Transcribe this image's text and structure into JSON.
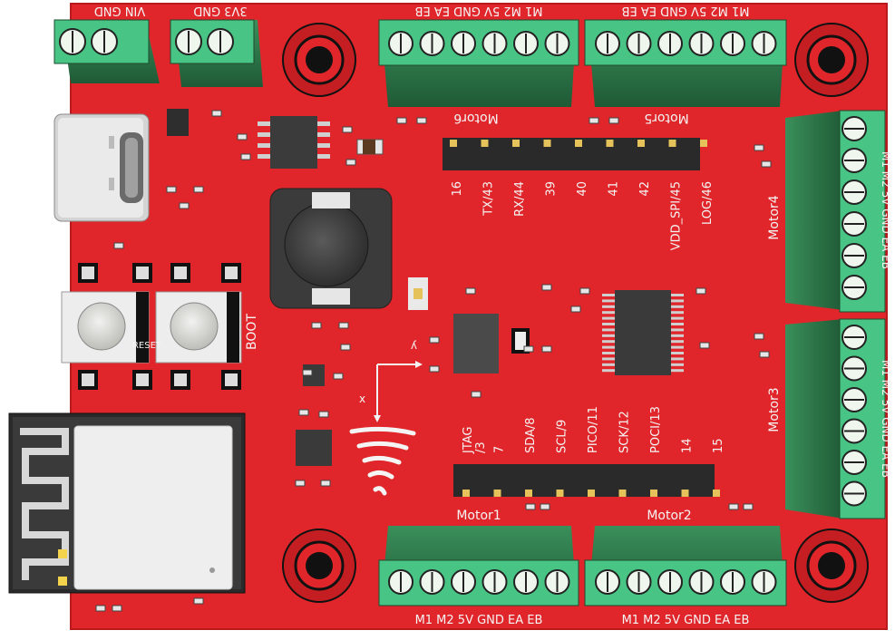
{
  "board": {
    "colors": {
      "pcb": "#e0262a",
      "pcb_edge": "#b81a1e",
      "terminal_green": "#2f7a4b",
      "terminal_top": "#48c585",
      "silkscreen": "#f4f4f4",
      "header_black": "#2a2a2a",
      "pin_gold": "#e6c25a"
    },
    "power_terminals": {
      "vin_label": "VIN GND",
      "v3v3_label": "3V3 GND"
    },
    "motor_terminals": {
      "top_left_pins": "M1 M2 5V GND EA EB",
      "top_right_pins": "M1 M2 5V GND EA EB",
      "bottom_left_pins": "M1 M2 5V GND EA EB",
      "bottom_right_pins": "M1 M2 5V GND EA EB",
      "right_upper_pins": "M1 M2 5V GND EA EB",
      "right_lower_pins": "M1 M2 5V GND EA EB"
    },
    "motor_labels": {
      "motor1": "Motor1",
      "motor2": "Motor2",
      "motor3": "Motor3",
      "motor4": "Motor4",
      "motor5": "Motor5",
      "motor6": "Motor6"
    },
    "buttons": {
      "boot_label": "BOOT",
      "reset_label": "RESET"
    },
    "top_header_labels": [
      "16",
      "TX/43",
      "RX/44",
      "39",
      "40",
      "41",
      "42",
      "VDD_SPI/45",
      "LOG/46"
    ],
    "bottom_header_labels": [
      "JTAG\n/3",
      "7",
      "SDA/8",
      "SCL/9",
      "PICO/11",
      "SCK/12",
      "POCI/13",
      "14",
      "15"
    ],
    "axis_labels": {
      "x": "x",
      "y": "y"
    },
    "icons": [
      "usb-c-connector",
      "tornado-logo-icon",
      "wifi-antenna-icon",
      "mounting-hole-icon"
    ]
  }
}
